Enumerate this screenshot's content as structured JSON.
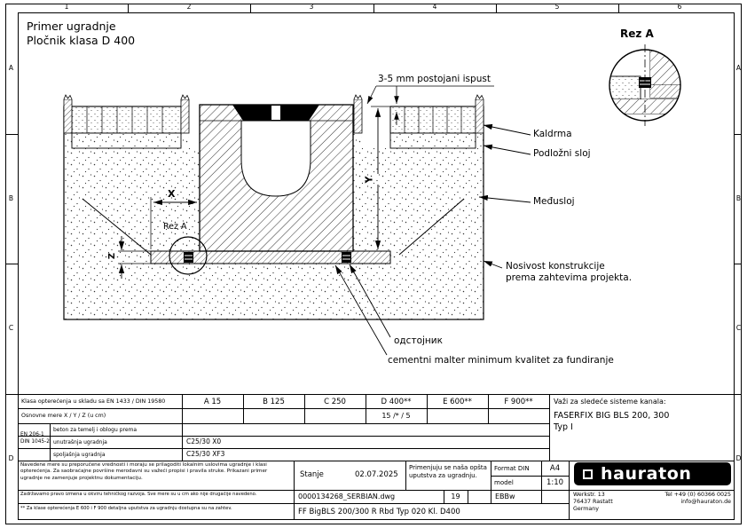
{
  "page": {
    "ruler_cols": [
      "1",
      "2",
      "3",
      "4",
      "5",
      "6"
    ],
    "ruler_rows": [
      "A",
      "B",
      "C",
      "D"
    ]
  },
  "drawing": {
    "title_line1": "Primer ugradnje",
    "title_line2": "Pločnik klasa D 400",
    "detail_title": "Rez A",
    "section_ref": "Rez A",
    "top_note": "3-5 mm postojani ispust",
    "labels": {
      "kaldrma": "Kaldrma",
      "podlozni": "Podložni sloj",
      "medjusloj": "Međusloj",
      "nosivost_1": "Nosivost konstrukcije",
      "nosivost_2": "prema zahtevima projekta.",
      "odstojnik": "одстојник",
      "malter": "cementni malter minimum kvalitet za fundiranje"
    },
    "dims": {
      "x": "X",
      "y": "Y",
      "z": "Z"
    }
  },
  "titleblock": {
    "load_note": "Klasa opterećenja u skladu sa EN 1433 / DIN 19580",
    "classes": [
      "A 15",
      "B 125",
      "C 250",
      "D 400**",
      "E 600**",
      "F 900**"
    ],
    "dims_label": "Osnovne mere X / Y / Z (u cm)",
    "dims_d400": "15 /* / 5",
    "norm_line1": "EN 206-1",
    "norm_line2": "DIN 1045-2",
    "concrete_row": "beton za temelj i oblogu prema",
    "indoor_label": "unutrašnja ugradnja",
    "indoor_value": "C25/30 X0",
    "outdoor_label": "spoljašnja ugradnja",
    "outdoor_value": "C25/30 XF3",
    "systems_heading": "Važi za sledeće sisteme kanala:",
    "systems_line1": "FASERFIX BIG BLS 200, 300",
    "systems_line2": "Typ I",
    "note_main": "Navedene mere su preporučene vrednosti i moraju se prilagoditi lokalnim uslovima ugradnje i klasi opterećenja. Za saobraćajne površine merodavni su važeći propisi i pravila struke. Prikazani primer ugradnje ne zamenjuje projektnu dokumentaciju.",
    "note_changes": "Zadržavamo pravo izmena u okviru tehničkog razvoja. Sve mere su u cm ako nije drugačije navedeno.",
    "note_star": "** Za klase opterećenja E 600 i F 900 detaljna uputstva za ugradnju dostupna su na zahtev.",
    "status_label": "Stanje",
    "status_date": "02.07.2025",
    "instructions": "Primenjuju se naša opšta uputstva za ugradnju.",
    "format_label": "Format DIN",
    "format_value": "A4",
    "scale_label": "model",
    "scale_value": "1:10",
    "file_name": "0000134268_SERBIAN.dwg",
    "sheet": "19",
    "editor": "EBBw",
    "doc_title": "FF BigBLS 200/300 R Rbd Typ 020 Kl. D400",
    "brand": "hauraton",
    "address_line1": "Werkstr. 13",
    "address_line2": "76437 Rastatt",
    "address_line3": "Germany",
    "contact_line1": "Tel +49 (0) 60366 0025",
    "contact_line2": "info@hauraton.de"
  }
}
